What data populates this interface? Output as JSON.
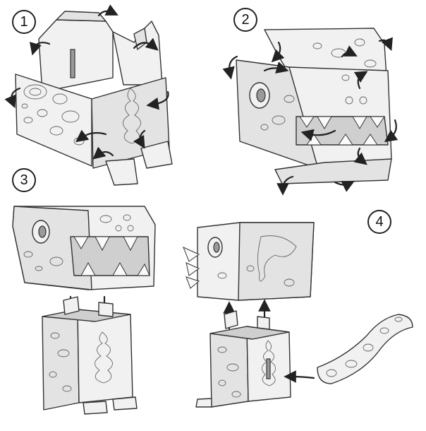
{
  "steps": [
    {
      "label": "1"
    },
    {
      "label": "2"
    },
    {
      "label": "3"
    },
    {
      "label": "4"
    }
  ],
  "colors": {
    "line": "#333333",
    "paper": "#f1f1f1",
    "shade": "#e3e3e3",
    "arrow": "#222222"
  }
}
